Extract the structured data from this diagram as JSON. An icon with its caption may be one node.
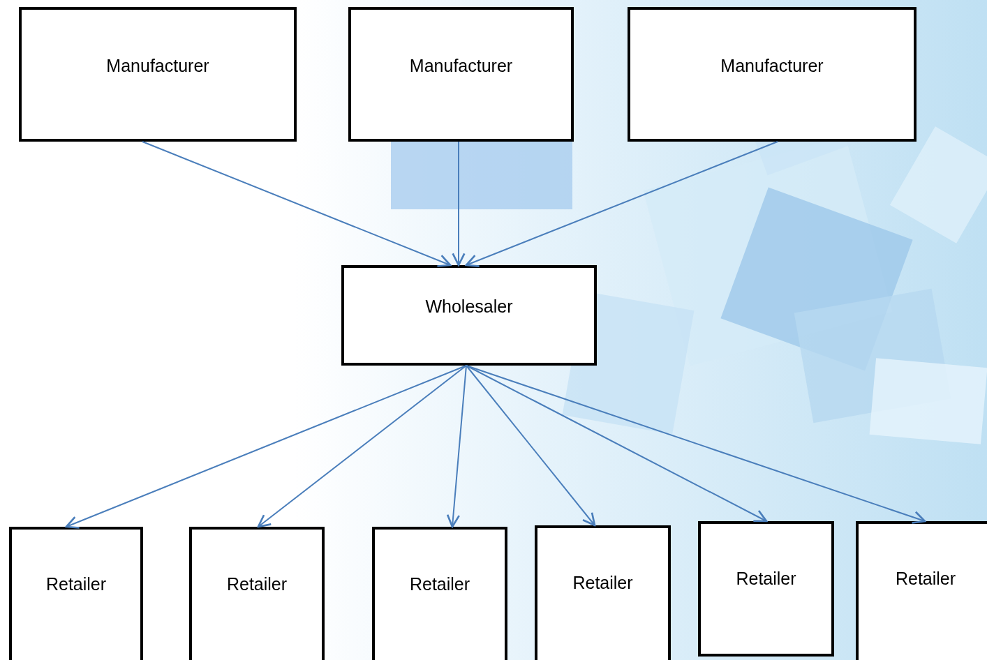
{
  "diagram": {
    "nodes": [
      {
        "text": [
          "Manufacturer"
        ]
      },
      {
        "text": [
          "Manufacturer"
        ]
      },
      {
        "text": [
          "Manufacturer"
        ]
      },
      {
        "text": [
          "Wholesaler"
        ]
      },
      {
        "text": [
          "Retailer"
        ]
      },
      {
        "text": [
          "Retailer"
        ]
      },
      {
        "text": [
          "Retailer"
        ]
      },
      {
        "text": [
          "Retailer"
        ]
      },
      {
        "text": [
          "Retailer"
        ]
      },
      {
        "text": [
          "Retailer"
        ]
      }
    ],
    "edges": [
      {
        "from": 0,
        "to": 3,
        "arrow": "to"
      },
      {
        "from": 1,
        "to": 3,
        "arrow": "to"
      },
      {
        "from": 2,
        "to": 3,
        "arrow": "to"
      },
      {
        "from": 3,
        "to": 4,
        "arrow": "to"
      },
      {
        "from": 3,
        "to": 5,
        "arrow": "to"
      },
      {
        "from": 3,
        "to": 6,
        "arrow": "to"
      },
      {
        "from": 3,
        "to": 7,
        "arrow": "to"
      },
      {
        "from": 3,
        "to": 8,
        "arrow": "to"
      },
      {
        "from": 3,
        "to": 9,
        "arrow": "to"
      }
    ]
  }
}
